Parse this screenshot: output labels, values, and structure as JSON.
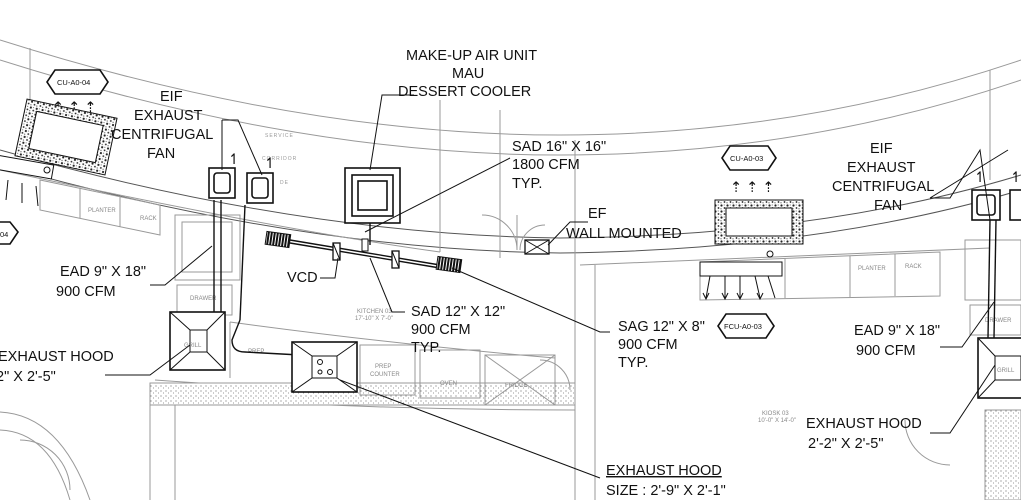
{
  "labels": {
    "mau_line1": "MAKE-UP AIR UNIT",
    "mau_line2": "MAU",
    "mau_line3": "DESSERT COOLER",
    "eif_left_1": "EIF",
    "eif_left_2": "EXHAUST",
    "eif_left_3": "CENTRIFUGAL",
    "eif_left_4": "FAN",
    "eif_right_1": "EIF",
    "eif_right_2": "EXHAUST",
    "eif_right_3": "CENTRIFUGAL",
    "eif_right_4": "FAN",
    "sad16_line1": "SAD 16\" X 16\"",
    "sad16_line2": "1800 CFM",
    "sad16_line3": "TYP.",
    "ef_line1": "EF",
    "ef_line2": "WALL MOUNTED",
    "ead_left_1": "EAD 9\" X 18\"",
    "ead_left_2": "900 CFM",
    "vcd": "VCD",
    "sad12_line1": "SAD 12\" X 12\"",
    "sad12_line2": "900 CFM",
    "sad12_line3": "TYP.",
    "sag_line1": "SAG 12\" X 8\"",
    "sag_line2": "900 CFM",
    "sag_line3": "TYP.",
    "ead_right_1": "EAD 9\" X 18\"",
    "ead_right_2": "900 CFM",
    "hood_left_1": "EXHAUST HOOD",
    "hood_left_2": "2\" X 2'-5\"",
    "hood_right_1": "EXHAUST HOOD",
    "hood_right_2": "2'-2\" X 2'-5\"",
    "hood_bottom_1": "EXHAUST HOOD",
    "hood_bottom_2": "SIZE : 2'-9\" X 2'-1\""
  },
  "tags": {
    "cu_left": "CU-A0-04",
    "cu_mid": "CU-A0-03",
    "fcu": "FCU-A0-03",
    "edge_tag": "04"
  },
  "room_text": {
    "service_corridor_1": "SERVICE",
    "service_corridor_2": "CORRIDOR",
    "service_corridor_3": "DE",
    "planter_left": "PLANTER",
    "rack_left": "RACK",
    "planter_right": "PLANTER",
    "rack_right": "RACK",
    "drawer_left": "DRAWER",
    "drawer_right": "DRAWER",
    "grill_left": "GRILL",
    "grill_right": "GRILL",
    "prep": "PREP",
    "prep_counter_1": "PREP",
    "prep_counter_2": "COUNTER",
    "oven": "OVEN",
    "fridge": "FRIDGE",
    "kitchen_1": "KITCHEN 03",
    "kitchen_2": "17'-10\" X 7'-0\"",
    "kiosk_1": "KIOSK 03",
    "kiosk_2": "10'-0\" X 14'-0\""
  },
  "colors": {
    "line": "#111111",
    "architecture": "#999999",
    "background": "#ffffff"
  }
}
